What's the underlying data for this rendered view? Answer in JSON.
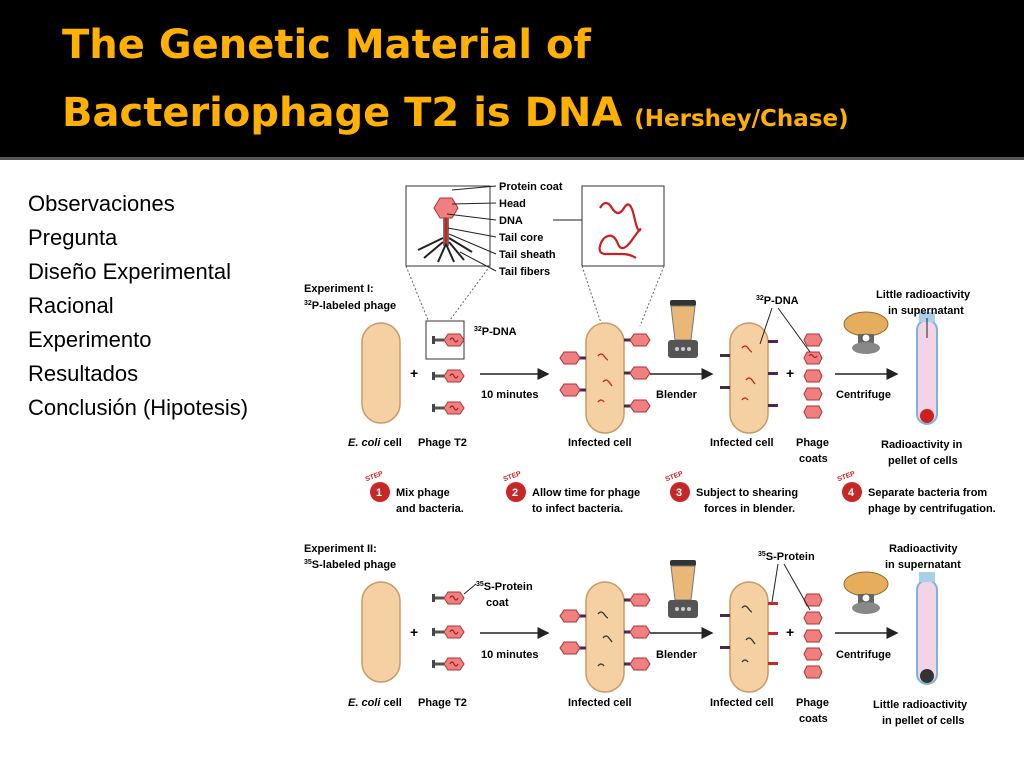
{
  "slide": {
    "title_line1": "The Genetic Material of",
    "title_line2": "Bacteriophage T2 is DNA",
    "title_sub": "(Hershey/Chase)",
    "outline": [
      "Observaciones",
      "Pregunta",
      "Diseño Experimental",
      "Racional",
      "Experimento",
      "Resultados",
      "Conclusión (Hipotesis)"
    ]
  },
  "colors": {
    "title_bg": "#000000",
    "title_text": "#ffb000",
    "cell_fill": "#f5d0a3",
    "phage_fill": "#f08080",
    "dna_red": "#cc1f1f",
    "step_red": "#c62828"
  },
  "figure": {
    "phage_labels": [
      "Protein coat",
      "Head",
      "DNA",
      "Tail core",
      "Tail sheath",
      "Tail fibers"
    ],
    "exp1": {
      "title": "Experiment I:",
      "sup": "32",
      "label": "P-labeled phage",
      "callout_sup": "32",
      "callout": "P-DNA",
      "plus": "+",
      "time": "10 minutes",
      "ecoli_em": "E. coli",
      "ecoli": " cell",
      "phage": "Phage T2",
      "infected": "Infected cell",
      "blender": "Blender",
      "plus2": "+",
      "infected2": "Infected cell",
      "coats_1": "Phage",
      "coats_2": "coats",
      "centrifuge": "Centrifuge",
      "top_sup": "32",
      "top_label": "P-DNA",
      "super_1": "Little radioactivity",
      "super_2": "in supernatant",
      "pellet_1": "Radioactivity in",
      "pellet_2": "pellet of cells"
    },
    "steps": [
      {
        "badge": "STEP",
        "num": "1",
        "line1": "Mix phage",
        "line2": "and bacteria."
      },
      {
        "badge": "STEP",
        "num": "2",
        "line1": "Allow time for phage",
        "line2": "to infect bacteria."
      },
      {
        "badge": "STEP",
        "num": "3",
        "line1": "Subject to shearing",
        "line2": "forces in blender."
      },
      {
        "badge": "STEP",
        "num": "4",
        "line1": "Separate bacteria from",
        "line2": "phage by centrifugation."
      }
    ],
    "exp2": {
      "title": "Experiment II:",
      "sup": "35",
      "label": "S-labeled phage",
      "callout_sup": "35",
      "callout_1": "S-Protein",
      "callout_2": "coat",
      "plus": "+",
      "time": "10 minutes",
      "ecoli_em": "E. coli",
      "ecoli": " cell",
      "phage": "Phage T2",
      "infected": "Infected cell",
      "blender": "Blender",
      "plus2": "+",
      "infected2": "Infected cell",
      "coats_1": "Phage",
      "coats_2": "coats",
      "centrifuge": "Centrifuge",
      "top_sup": "35",
      "top_label": "S-Protein",
      "super_1": "Radioactivity",
      "super_2": "in supernatant",
      "pellet_1": "Little radioactivity",
      "pellet_2": "in pellet of cells"
    }
  }
}
